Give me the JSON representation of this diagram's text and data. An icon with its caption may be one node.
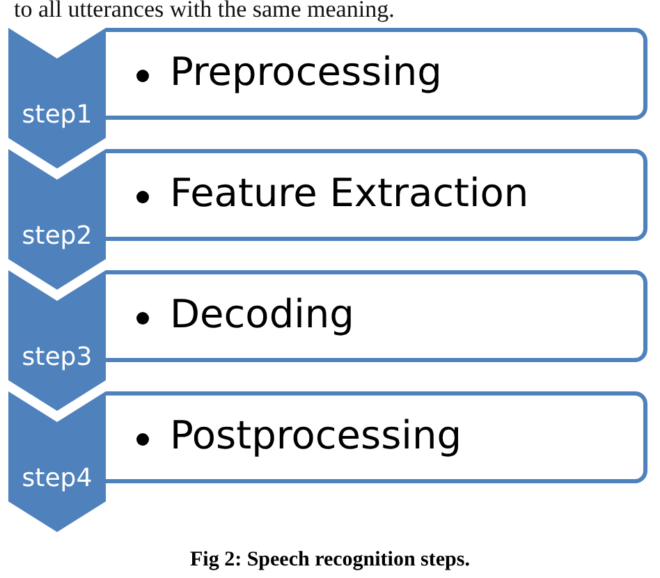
{
  "diagram": {
    "caption": "Fig 2: Speech recognition steps.",
    "nodes": [
      {
        "text": [
          "step1"
        ]
      },
      {
        "text": [
          "Preprocessing"
        ]
      },
      {
        "text": [
          "step2"
        ]
      },
      {
        "text": [
          "Feature Extraction"
        ]
      },
      {
        "text": [
          "step3"
        ]
      },
      {
        "text": [
          "Decoding"
        ]
      },
      {
        "text": [
          "step4"
        ]
      },
      {
        "text": [
          "Postprocessing"
        ]
      }
    ],
    "labels": [
      "to all utterances with the same meaning."
    ]
  }
}
